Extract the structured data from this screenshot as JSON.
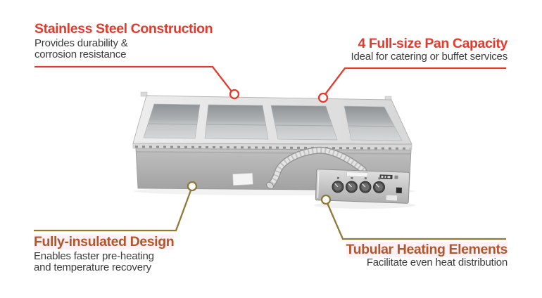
{
  "figure": {
    "kind": "product-feature-infographic",
    "background": "#ffffff",
    "product_name": "Stainless steel drop-in hot food well unit",
    "wells_visible": 4,
    "control_knobs": 4
  },
  "colors": {
    "callout_red": "#e23a2c",
    "callout_rust": "#b0572c",
    "callout_line_olive": "#8e7a36",
    "description_text": "#3c3c3c",
    "steel_light": "#e6e6e6",
    "steel_mid": "#b5b5b5",
    "steel_dark": "#8f8f8f"
  },
  "callouts": [
    {
      "id": "stainless-steel-construction",
      "position": "top-left",
      "title": "Stainless Steel Construction",
      "desc1": "Provides durability &",
      "desc2": "corrosion resistance",
      "accent": "#e23a2c"
    },
    {
      "id": "pan-capacity",
      "position": "top-right",
      "title": "4 Full-size Pan Capacity",
      "desc1": "Ideal for catering or buffet services",
      "desc2": "",
      "accent": "#e23a2c"
    },
    {
      "id": "fully-insulated-design",
      "position": "bottom-left",
      "title": "Fully-insulated Design",
      "desc1": "Enables faster pre-heating",
      "desc2": "and temperature recovery",
      "accent": "#b0572c"
    },
    {
      "id": "tubular-heating-elements",
      "position": "bottom-right",
      "title": "Tubular Heating Elements",
      "desc1": "Facilitate even heat distribution",
      "desc2": "",
      "accent": "#b0572c"
    }
  ]
}
